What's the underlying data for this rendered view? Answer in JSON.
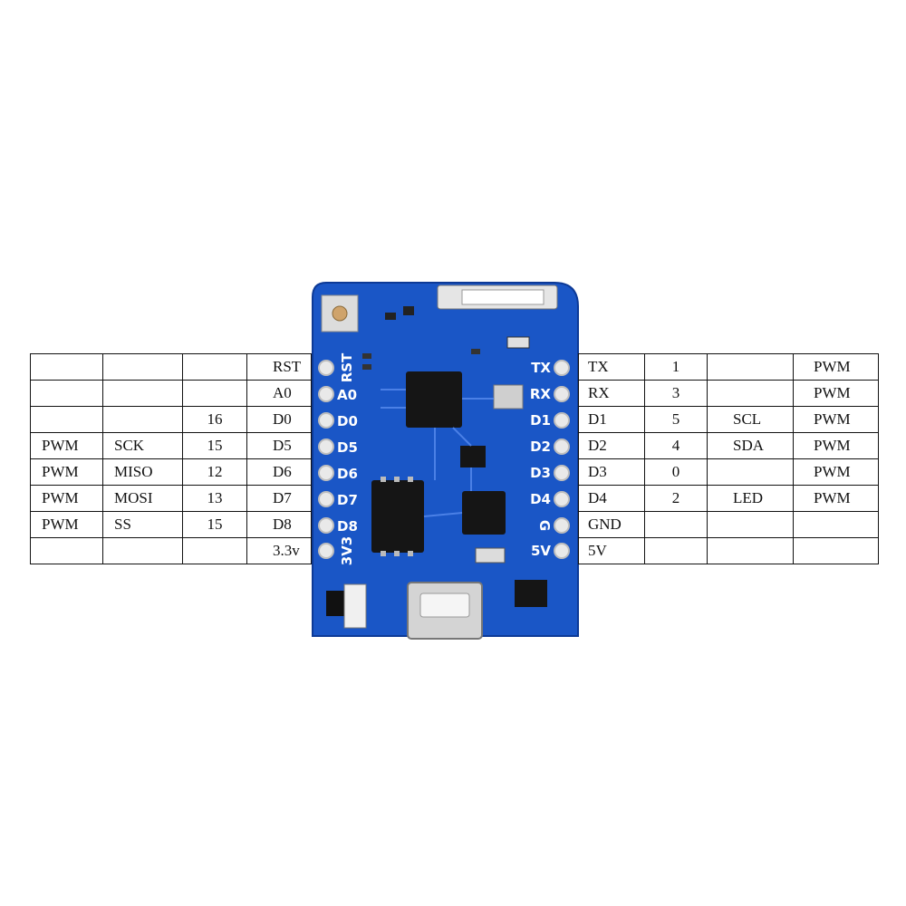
{
  "diagram": {
    "left_rows": [
      {
        "c1": "",
        "c2": "",
        "c3": "",
        "c4": "RST"
      },
      {
        "c1": "",
        "c2": "",
        "c3": "",
        "c4": "A0"
      },
      {
        "c1": "",
        "c2": "",
        "c3": "16",
        "c4": "D0"
      },
      {
        "c1": "PWM",
        "c2": "SCK",
        "c3": "15",
        "c4": "D5"
      },
      {
        "c1": "PWM",
        "c2": "MISO",
        "c3": "12",
        "c4": "D6"
      },
      {
        "c1": "PWM",
        "c2": "MOSI",
        "c3": "13",
        "c4": "D7"
      },
      {
        "c1": "PWM",
        "c2": "SS",
        "c3": "15",
        "c4": "D8"
      },
      {
        "c1": "",
        "c2": "",
        "c3": "",
        "c4": "3.3v"
      }
    ],
    "right_rows": [
      {
        "c1": "TX",
        "c2": "1",
        "c3": "",
        "c4": "PWM"
      },
      {
        "c1": "RX",
        "c2": "3",
        "c3": "",
        "c4": "PWM"
      },
      {
        "c1": "D1",
        "c2": "5",
        "c3": "SCL",
        "c4": "PWM"
      },
      {
        "c1": "D2",
        "c2": "4",
        "c3": "SDA",
        "c4": "PWM"
      },
      {
        "c1": "D3",
        "c2": "0",
        "c3": "",
        "c4": "PWM"
      },
      {
        "c1": "D4",
        "c2": "2",
        "c3": "LED",
        "c4": "PWM"
      },
      {
        "c1": "GND",
        "c2": "",
        "c3": "",
        "c4": ""
      },
      {
        "c1": "5V",
        "c2": "",
        "c3": "",
        "c4": ""
      }
    ],
    "board": {
      "left_silk": [
        "RST",
        "A0",
        "D0",
        "D5",
        "D6",
        "D7",
        "D8",
        "3V3"
      ],
      "right_silk": [
        "TX",
        "RX",
        "D1",
        "D2",
        "D3",
        "D4",
        "G",
        "5V"
      ],
      "colors": {
        "pcb": "#1a56c6",
        "pcb_edge": "#0d3a96",
        "chip": "#151515",
        "pad": "#e9e9e9"
      }
    }
  }
}
